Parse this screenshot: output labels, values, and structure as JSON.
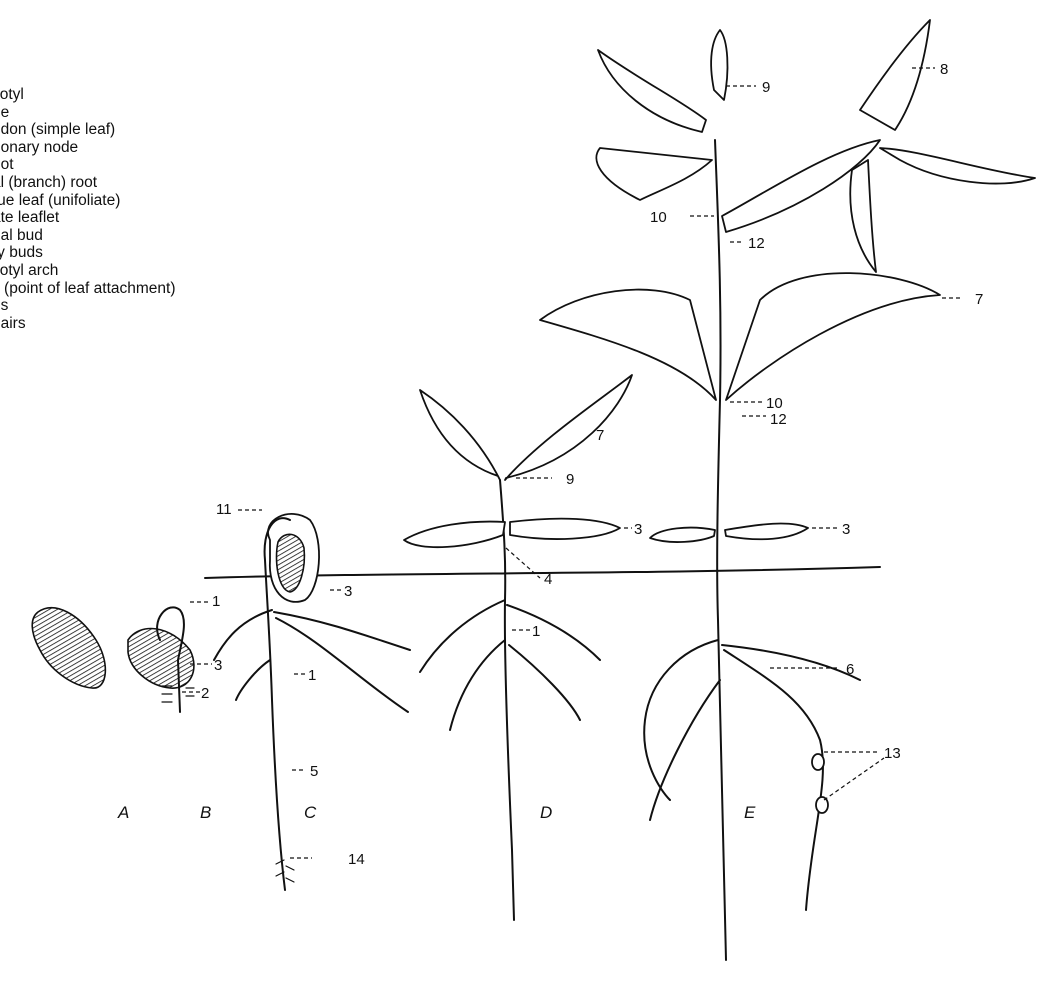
{
  "legend": [
    "cotyl",
    "he",
    "edon (simple leaf)",
    "donary node",
    "oot",
    "al (branch) root",
    "rue leaf (unifoliate)",
    "ate leaflet",
    "nal bud",
    "ry buds",
    "cotyl arch",
    "s (point of leaf attachment)",
    "es",
    "hairs"
  ],
  "stages": [
    "A",
    "B",
    "C",
    "D",
    "E"
  ],
  "labels": {
    "l1": "1",
    "l2": "2",
    "l3": "3",
    "l4": "4",
    "l5": "5",
    "l6": "6",
    "l7": "7",
    "l8": "8",
    "l9": "9",
    "l10": "10",
    "l11": "11",
    "l12": "12",
    "l13": "13",
    "l14": "14"
  }
}
